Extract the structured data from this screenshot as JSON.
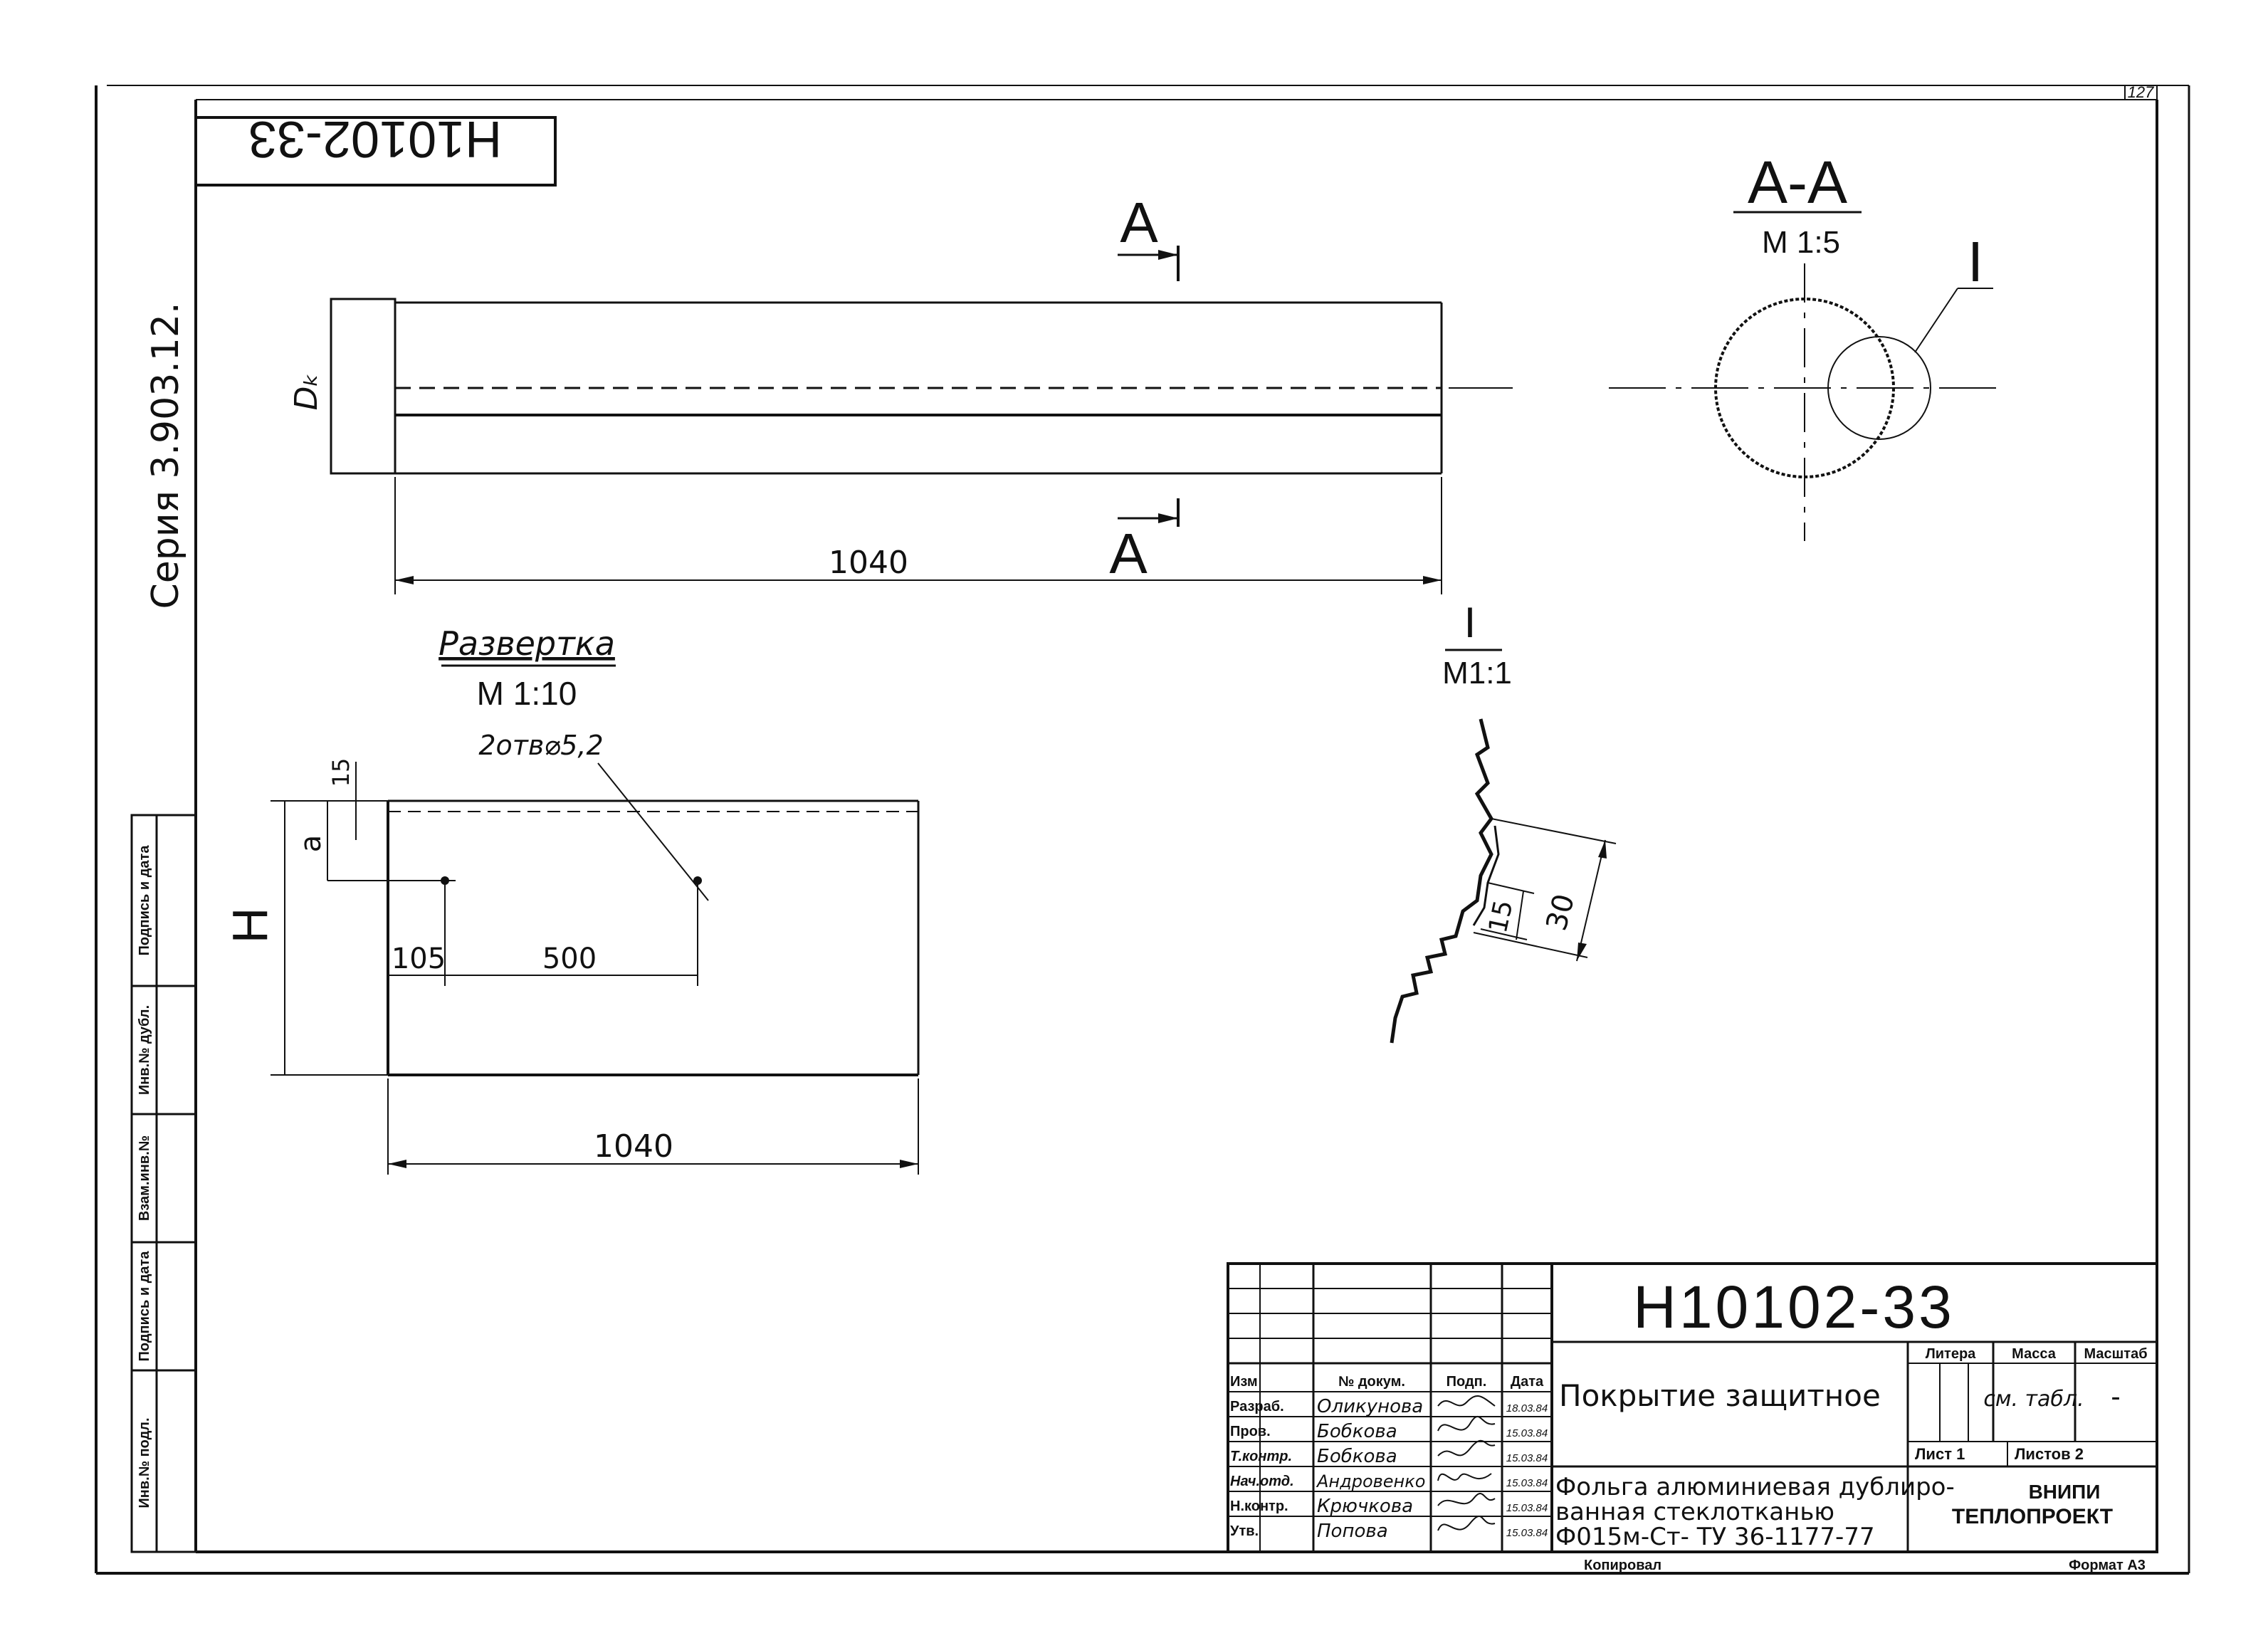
{
  "sheet_number": "127",
  "stamp_code": "Н10102-33",
  "series": "Серия  3.903.12.",
  "side_stamp": [
    "Инв.№ подл.",
    "Подпись и дата",
    "Взам.инв.№",
    "Инв.№ дубл.",
    "Подпись и дата"
  ],
  "main_view": {
    "diameter_label": "Dₖ",
    "length": "1040",
    "section_mark": "А"
  },
  "section_aa": {
    "title": "А-А",
    "scale": "М 1:5",
    "detail_mark": "I"
  },
  "detail_i": {
    "title": "I",
    "scale": "М1:1",
    "dim_outer": "30",
    "dim_inner": "15"
  },
  "unfold": {
    "title": "Развертка",
    "scale": "М 1:10",
    "holes": "2отв⌀5,2",
    "dim_top": "15",
    "dim_a": "a",
    "dim_h": "H",
    "dim_105": "105",
    "dim_500": "500",
    "length": "1040"
  },
  "title_block": {
    "code": "Н10102-33",
    "name": "Покрытие защитное",
    "material": [
      "Фольга алюминиевая дублиро-",
      "ванная стеклотканью",
      "Ф015м-Ст- ТУ 36-1177-77"
    ],
    "headers": {
      "izm": "Изм",
      "doc": "№ докум.",
      "sign": "Подп.",
      "date": "Дата"
    },
    "roles": [
      {
        "role": "Разраб.",
        "name": "Оликунова"
      },
      {
        "role": "Пров.",
        "name": "Бобкова"
      },
      {
        "role": "Т.контр.",
        "name": "Бобкова"
      },
      {
        "role": "Нач.отд.",
        "name": "Андровенко"
      },
      {
        "role": "Н.контр.",
        "name": "Крючкова"
      },
      {
        "role": "Утв.",
        "name": "Попова"
      }
    ],
    "dates": [
      "18.03.84",
      "15.03.84",
      "15.03.84",
      "15.03.84",
      "15.03.84",
      "15.03.84"
    ],
    "litera": "Литера",
    "mass": "Масса",
    "scale_label": "Масштаб",
    "mass_value": "см. табл.",
    "scale_value": "-",
    "sheet": "Лист 1",
    "sheets": "Листов 2",
    "org_line1": "ВНИПИ",
    "org_line2": "ТЕПЛОПРОЕКТ",
    "copied": "Копировал",
    "format": "Формат А3"
  }
}
